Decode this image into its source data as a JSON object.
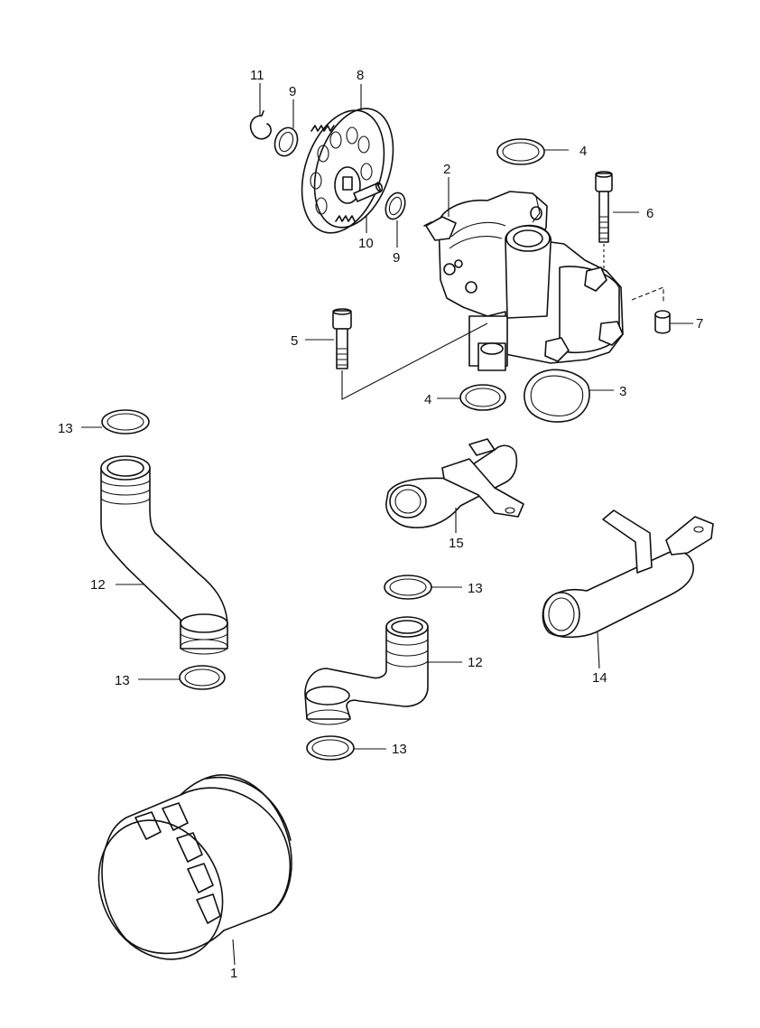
{
  "callouts": [
    {
      "id": "c1",
      "label": "1"
    },
    {
      "id": "c2",
      "label": "2"
    },
    {
      "id": "c3",
      "label": "3"
    },
    {
      "id": "c4a",
      "label": "4"
    },
    {
      "id": "c4b",
      "label": "4"
    },
    {
      "id": "c5",
      "label": "5"
    },
    {
      "id": "c6",
      "label": "6"
    },
    {
      "id": "c7",
      "label": "7"
    },
    {
      "id": "c8",
      "label": "8"
    },
    {
      "id": "c9a",
      "label": "9"
    },
    {
      "id": "c9b",
      "label": "9"
    },
    {
      "id": "c10",
      "label": "10"
    },
    {
      "id": "c11",
      "label": "11"
    },
    {
      "id": "c12a",
      "label": "12"
    },
    {
      "id": "c12b",
      "label": "12"
    },
    {
      "id": "c13a",
      "label": "13"
    },
    {
      "id": "c13b",
      "label": "13"
    },
    {
      "id": "c13c",
      "label": "13"
    },
    {
      "id": "c13d",
      "label": "13"
    },
    {
      "id": "c14",
      "label": "14"
    },
    {
      "id": "c15",
      "label": "15"
    }
  ],
  "parts": {
    "oil_filter": "oil-filter",
    "oil_pump": "oil-pump",
    "gasket": "gasket",
    "o_ring": "o-ring",
    "bolt": "bolt",
    "dowel": "dowel-pin",
    "gear": "oil-pump-gear",
    "washer": "washer",
    "pin": "pin",
    "circlip": "circlip",
    "pipe": "oil-pipe",
    "pipe_bracket": "oil-pipe-with-bracket"
  }
}
